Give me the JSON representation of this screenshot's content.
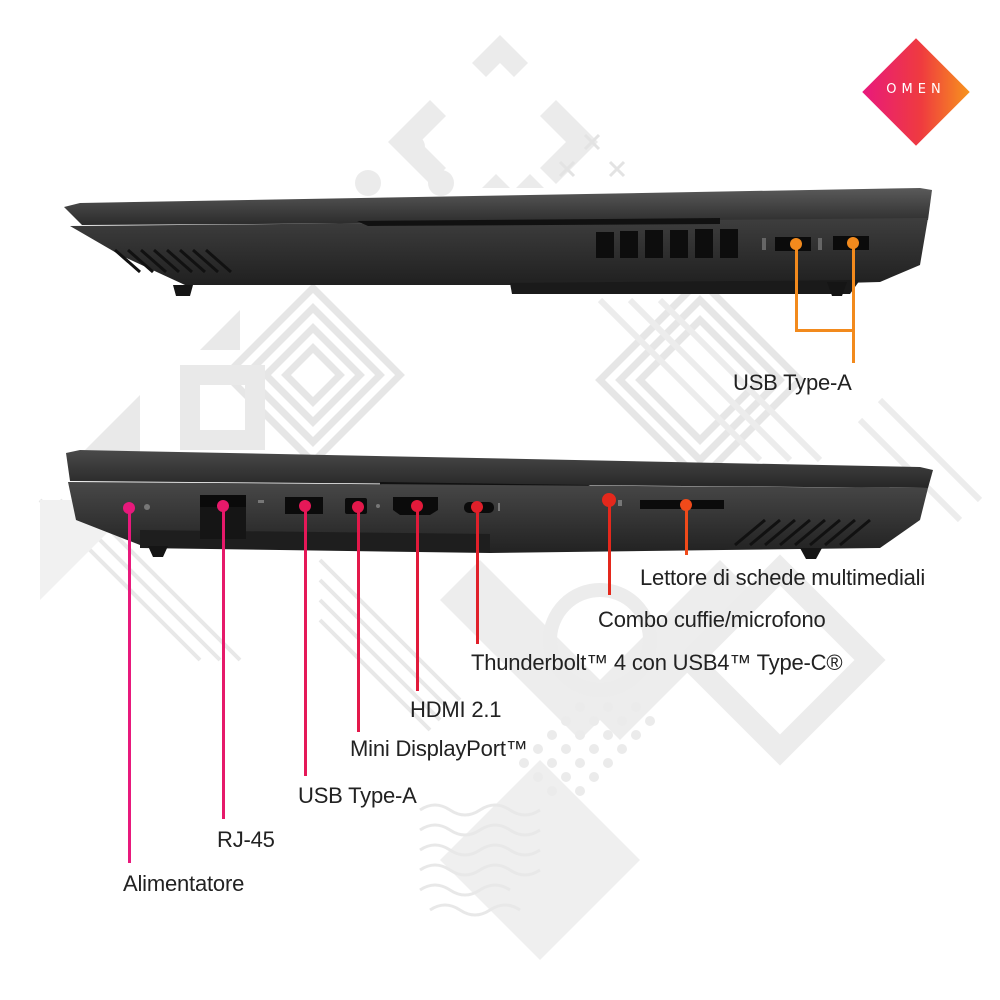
{
  "brand": {
    "logo_text": "OMEN",
    "logo_colors": [
      "#e8197c",
      "#ef3b3f",
      "#f7941d"
    ]
  },
  "colors": {
    "orange_callout": "#f28a1d",
    "red_callout": "#e0202a",
    "pink_callout": "#e8197c",
    "orange_red_callout": "#f04a1a",
    "label_text": "#222222",
    "laptop_body": "#2a2a2a",
    "background_pattern": "#e6e6e6"
  },
  "right_side_view": {
    "ports": [
      {
        "id": "usb-a-1",
        "label": "USB Type-A"
      },
      {
        "id": "usb-a-2",
        "label": "USB Type-A"
      }
    ],
    "callout_label": "USB Type-A"
  },
  "left_side_view": {
    "ports": [
      {
        "id": "power",
        "label": "Alimentatore"
      },
      {
        "id": "rj45",
        "label": "RJ-45"
      },
      {
        "id": "usb-a",
        "label": "USB Type-A"
      },
      {
        "id": "mini-dp",
        "label": "Mini DisplayPort™"
      },
      {
        "id": "hdmi",
        "label": "HDMI 2.1"
      },
      {
        "id": "thunderbolt",
        "label": "Thunderbolt™ 4 con USB4™ Type-C®"
      },
      {
        "id": "audio",
        "label": "Combo cuffie/microfono"
      },
      {
        "id": "card-reader",
        "label": "Lettore di schede multimediali"
      }
    ]
  }
}
